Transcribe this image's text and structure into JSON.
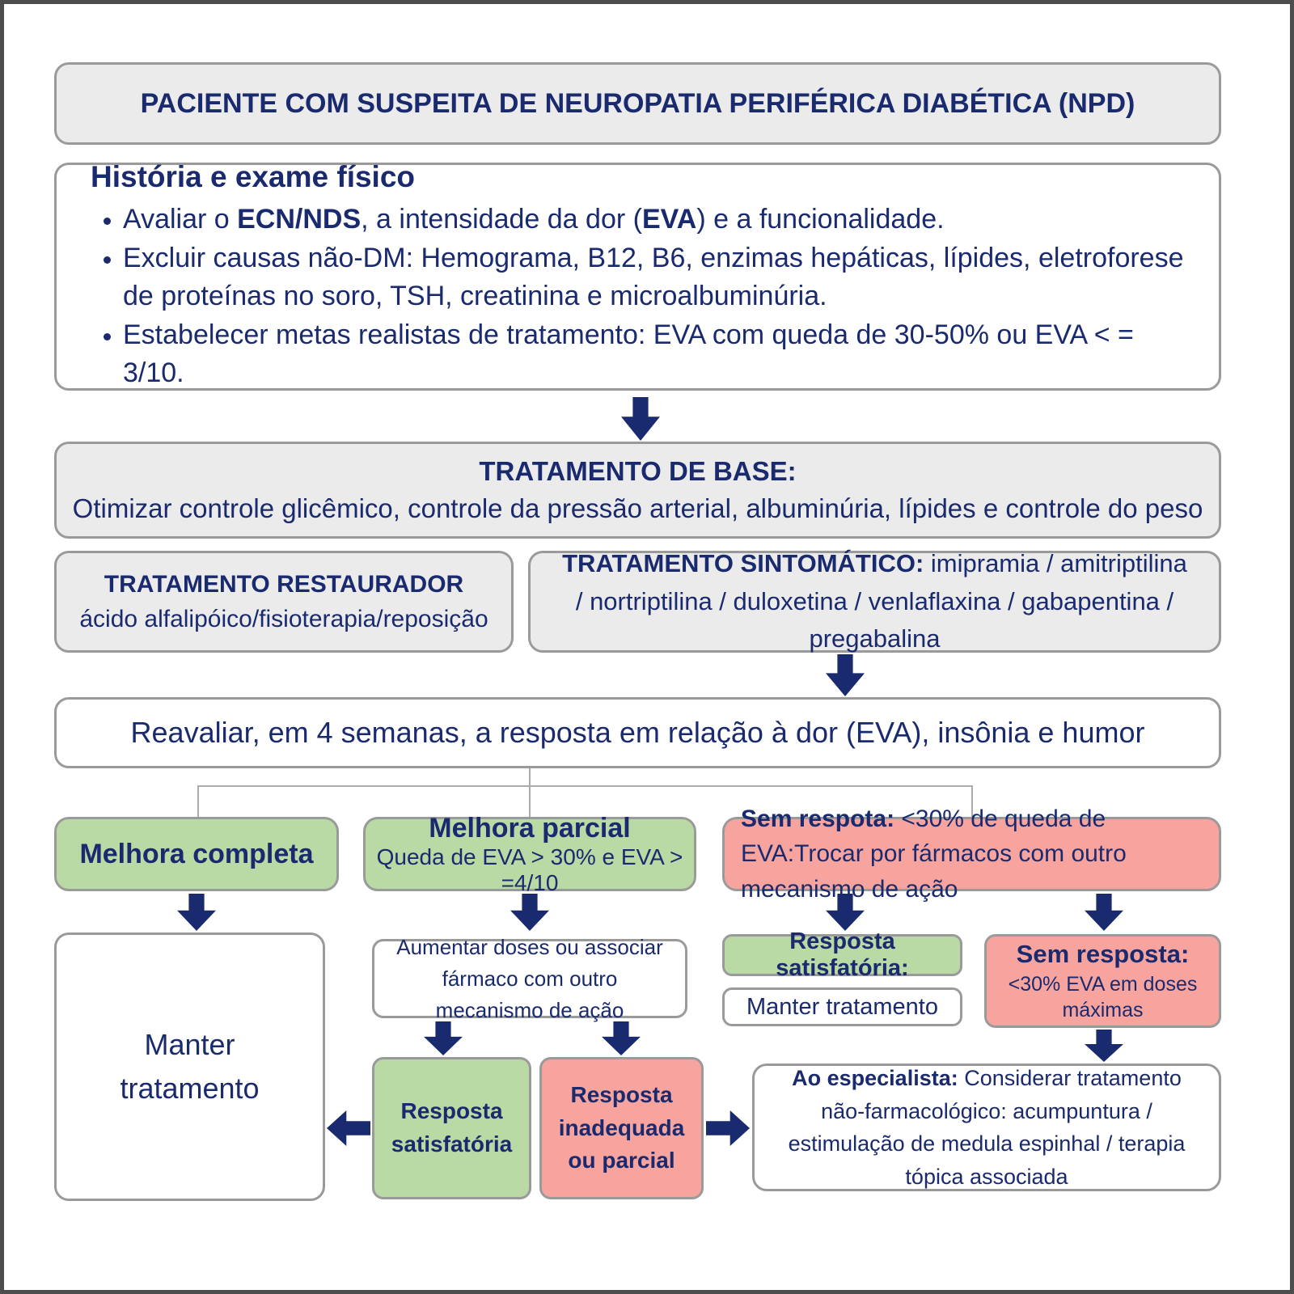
{
  "colors": {
    "navy_text": "#1a2a6e",
    "gray_box": "#ebebeb",
    "green_box": "#b9d9a5",
    "pink_box": "#f7a49f",
    "border_gray": "#9a9a9a",
    "arrow_navy": "#1a2a6e"
  },
  "title": "PACIENTE COM SUSPEITA DE NEUROPATIA PERIFÉRICA DIABÉTICA (NPD)",
  "history": {
    "heading": "História e exame físico",
    "bullet1": {
      "p1": "Avaliar o ",
      "b1": "ECN/NDS",
      "p2": ", a intensidade da dor (",
      "b2": "EVA",
      "p3": ") e a funcionalidade."
    },
    "bullet2": "Excluir causas não-DM: Hemograma, B12, B6, enzimas hepáticas, lípides, eletroforese de proteínas no soro, TSH, creatinina e microalbuminúria.",
    "bullet3": "Estabelecer metas realistas de tratamento: EVA com queda de 30-50% ou EVA < = 3/10."
  },
  "base_treatment": {
    "title": "TRATAMENTO DE BASE:",
    "body": "Otimizar controle glicêmico, controle da pressão arterial, albuminúria, lípides e controle do peso"
  },
  "restorative": {
    "title": "TRATAMENTO RESTAURADOR",
    "body": "ácido alfalipóico/fisioterapia/reposição"
  },
  "symptomatic": {
    "title": "TRATAMENTO SINTOMÁTICO:",
    "body": " imipramia / amitriptilina / nortriptilina / duloxetina / venlaflaxina / gabapentina / pregabalina"
  },
  "reassess": "Reavaliar, em 4 semanas, a resposta em relação à dor (EVA), insônia e humor",
  "branches": {
    "complete": "Melhora completa",
    "partial_title": "Melhora parcial",
    "partial_sub": "Queda de EVA > 30% e EVA > =4/10",
    "none_bold": "Sem respota:",
    "none_rest": " <30% de queda de EVA:Trocar por fármacos com outro mecanismo de ação"
  },
  "outcomes": {
    "keep_treatment_big": "Manter tratamento",
    "increase_doses": "Aumentar doses ou associar fármaco com outro mecanismo de ação",
    "satisfactory_label": "Resposta satisfatória:",
    "keep_treatment_small": "Manter tratamento",
    "no_response_title": "Sem resposta:",
    "no_response_sub": "<30% EVA em doses máximas",
    "satisfactory_box": "Resposta satisfatória",
    "inadequate_box": "Resposta inadequada ou parcial",
    "specialist_bold": "Ao especialista:",
    "specialist_rest": " Considerar tratamento não-farmacológico: acumpuntura / estimulação de medula espinhal / terapia tópica associada"
  }
}
